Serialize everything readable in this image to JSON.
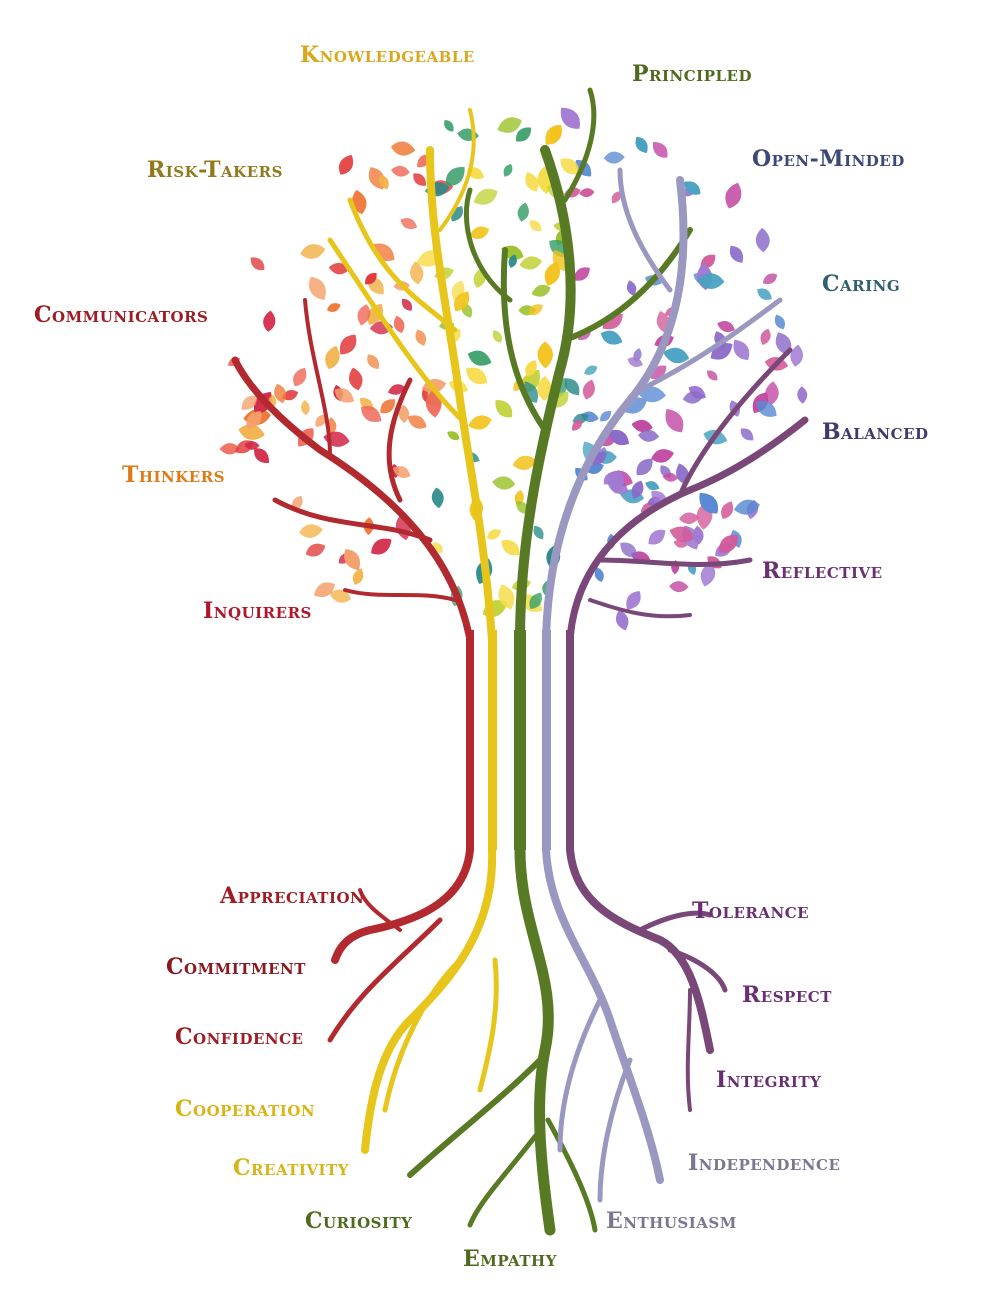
{
  "attributes": {
    "knowledgeable": {
      "text": "Knowledgeable",
      "color": "#d9a81e"
    },
    "principled": {
      "text": "Principled",
      "color": "#4f6a1f"
    },
    "open_minded": {
      "text": "Open-Minded",
      "color": "#3c4878"
    },
    "risk_takers": {
      "text": "Risk-Takers",
      "color": "#8f7a1c"
    },
    "caring": {
      "text": "Caring",
      "color": "#2f6070"
    },
    "communicators": {
      "text": "Communicators",
      "color": "#9e1c24"
    },
    "balanced": {
      "text": "Balanced",
      "color": "#3f3a6e"
    },
    "thinkers": {
      "text": "Thinkers",
      "color": "#e07a18"
    },
    "reflective": {
      "text": "Reflective",
      "color": "#6a2f72"
    },
    "inquirers": {
      "text": "Inquirers",
      "color": "#b0152a"
    }
  },
  "attitudes": {
    "appreciation": {
      "text": "Appreciation",
      "color": "#9e1c24"
    },
    "tolerance": {
      "text": "Tolerance",
      "color": "#6a2f72"
    },
    "commitment": {
      "text": "Commitment",
      "color": "#8a1a22"
    },
    "respect": {
      "text": "Respect",
      "color": "#6a2f72"
    },
    "confidence": {
      "text": "Confidence",
      "color": "#9e1c24"
    },
    "integrity": {
      "text": "Integrity",
      "color": "#6a2f72"
    },
    "cooperation": {
      "text": "Cooperation",
      "color": "#d9b416"
    },
    "independence": {
      "text": "Independence",
      "color": "#7a7890"
    },
    "creativity": {
      "text": "Creativity",
      "color": "#d9b416"
    },
    "curiosity": {
      "text": "Curiosity",
      "color": "#4f6a1f"
    },
    "enthusiasm": {
      "text": "Enthusiasm",
      "color": "#7a7890"
    },
    "empathy": {
      "text": "Empathy",
      "color": "#4f6a1f"
    }
  },
  "palette": {
    "trunk_red": "#b22a2f",
    "trunk_yellow": "#e8c51a",
    "trunk_green": "#587a24",
    "trunk_lavender": "#9a98c0",
    "trunk_purple": "#7a4878",
    "leaf_colors_left": [
      "#e23a3a",
      "#f07a3a",
      "#f4a06a",
      "#d22a4a",
      "#f2b24a",
      "#ee6a5a"
    ],
    "leaf_colors_mid": [
      "#f2c21a",
      "#f6dc4a",
      "#9ac22a",
      "#3aa06a",
      "#2a8a8a",
      "#c2d23a"
    ],
    "leaf_colors_right": [
      "#8a6ac8",
      "#5a8ad2",
      "#c24aa2",
      "#a07ad2",
      "#4aa2c2",
      "#d25a9a"
    ]
  }
}
